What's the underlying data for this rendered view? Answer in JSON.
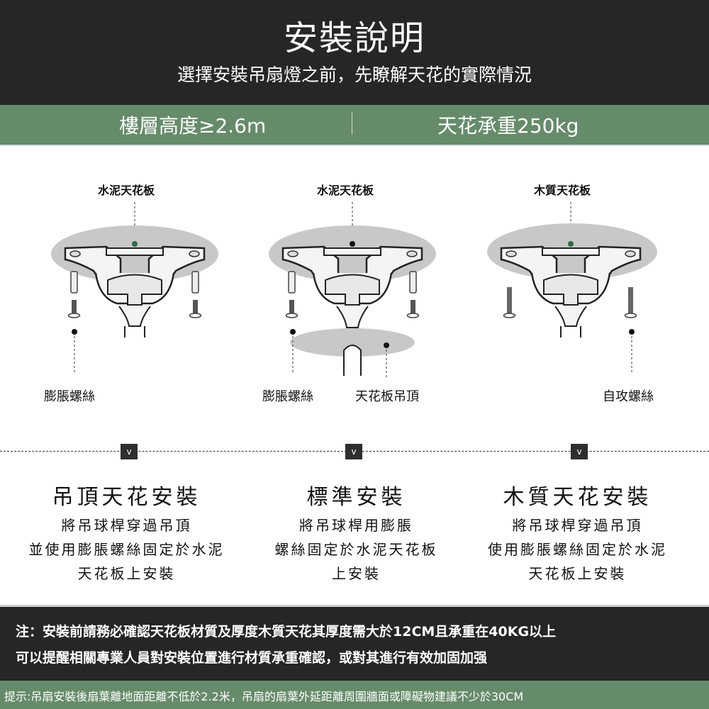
{
  "header": {
    "title": "安裝說明",
    "subtitle": "選擇安裝吊扇燈之前，先瞭解天花的實際情況"
  },
  "specs": {
    "floor_height": "樓層高度≥2.6m",
    "ceiling_load": "天花承重250kg"
  },
  "diagrams": [
    {
      "top_label": "水泥天花板",
      "bottom_labels": [
        "膨脹螺絲"
      ],
      "top_dot_color": "#2f6b45"
    },
    {
      "top_label": "水泥天花板",
      "bottom_labels": [
        "膨脹螺絲",
        "天花板吊頂"
      ],
      "top_dot_color": "#111111"
    },
    {
      "top_label": "木質天花板",
      "bottom_labels": [
        "自攻螺絲"
      ],
      "top_dot_color": "#2f6b45"
    }
  ],
  "markers": [
    "v",
    "v",
    "v"
  ],
  "columns": [
    {
      "title": "吊頂天花安裝",
      "lines": [
        "將吊球桿穿過吊頂",
        "並使用膨脹螺絲固定於水泥",
        "天花板上安裝"
      ]
    },
    {
      "title": "標準安裝",
      "lines": [
        "將吊球桿用膨脹",
        "螺絲固定於水泥天花板",
        "上安裝"
      ]
    },
    {
      "title": "木質天花安裝",
      "lines": [
        "將吊球桿穿過吊頂",
        "使用膨脹螺絲固定於水泥",
        "天花板上安裝"
      ]
    }
  ],
  "note": {
    "line1": "注：安裝前請務必確認天花板材質及厚度木質天花其厚度需大於12CM且承重在40KG以上",
    "line2": "可以提醒相關專業人員對安裝位置進行材質承重確認，或對其進行有效加固加强"
  },
  "tip": {
    "line": "提示:吊扇安裝後扇葉離地面距離不低於2.2米，吊扇的扇葉外延距離周圍牆面或障礙物建議不少於30CM"
  },
  "colors": {
    "dark_bg": "#262626",
    "green_bg": "#668b6a",
    "accent_dot": "#2f6b45"
  }
}
